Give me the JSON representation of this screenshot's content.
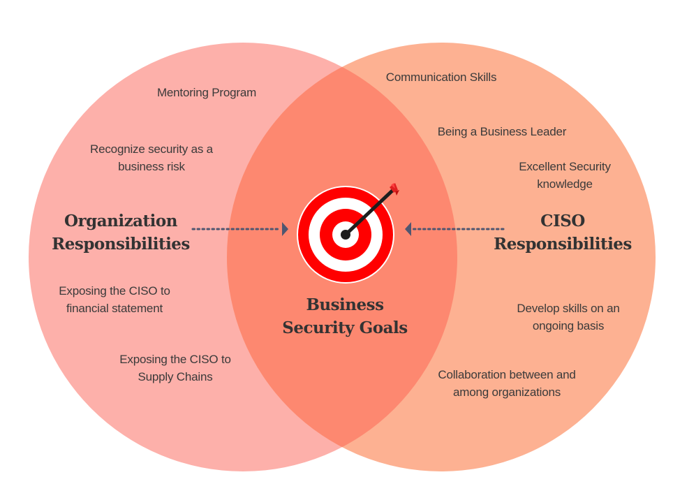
{
  "colors": {
    "left_circle": "#FDB0AA",
    "right_circle": "#FDB192",
    "overlap": "#FD8870",
    "target_red": "#FF0000",
    "arrow_dots": "#4F5670"
  },
  "left": {
    "title_line1": "Organization",
    "title_line2": "Responsibilities",
    "items": [
      {
        "line1": "Mentoring Program",
        "line2": ""
      },
      {
        "line1": "Recognize security as a",
        "line2": "business risk"
      },
      {
        "line1": "Exposing the CISO to",
        "line2": "financial statement"
      },
      {
        "line1": "Exposing the CISO to",
        "line2": "Supply Chains"
      }
    ]
  },
  "right": {
    "title_line1": "CISO",
    "title_line2": "Responsibilities",
    "items": [
      {
        "line1": "Communication Skills",
        "line2": ""
      },
      {
        "line1": "Being a Business Leader",
        "line2": ""
      },
      {
        "line1": "Excellent Security",
        "line2": "knowledge"
      },
      {
        "line1": "Develop skills on an",
        "line2": "ongoing basis"
      },
      {
        "line1": "Collaboration between and",
        "line2": "among organizations"
      }
    ]
  },
  "center": {
    "title_line1": "Business",
    "title_line2": "Security Goals",
    "icon": "target-icon"
  }
}
